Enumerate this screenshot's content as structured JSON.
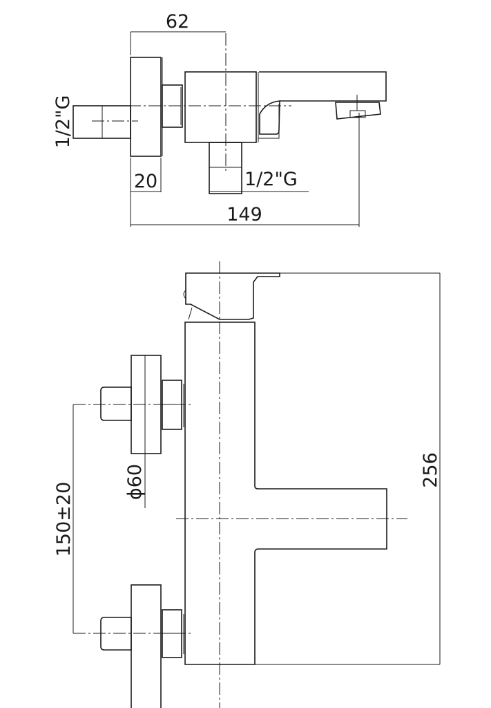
{
  "drawing": {
    "top_view": {
      "dim_body_depth": "62",
      "dim_flange_depth": "20",
      "dim_total_depth": "149",
      "thread_inlet": "1/2\"G",
      "thread_outlet": "1/2\"G"
    },
    "front_view": {
      "dim_height": "256",
      "dim_centers": "150±20",
      "dim_flange_diameter": "ϕ60"
    }
  }
}
